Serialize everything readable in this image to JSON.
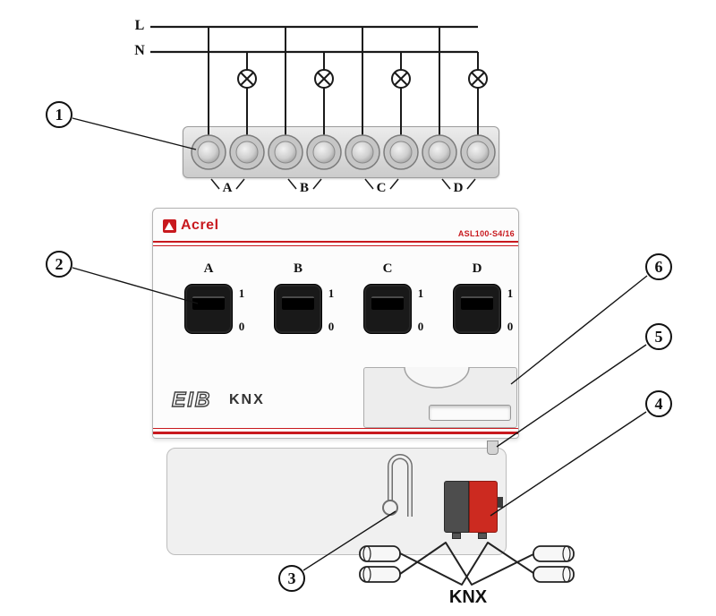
{
  "schematic": {
    "phase_label": "L",
    "neutral_label": "N"
  },
  "device": {
    "brand": "Acrel",
    "model": "ASL100-S4/16",
    "channels": [
      "A",
      "B",
      "C",
      "D"
    ],
    "switch_positions": {
      "on": "1",
      "off": "0"
    },
    "logos": {
      "eib": "EIB",
      "knx": "KNX"
    }
  },
  "callouts": {
    "terminal_block": "1",
    "channel_switch": "2",
    "programming_loop": "3",
    "bus_connector": "4",
    "fixing_tab": "5",
    "cover_panel": "6"
  },
  "bus_cable": {
    "label": "KNX"
  },
  "colors": {
    "accent_red": "#c8191e",
    "connector_red": "#cc2a20",
    "connector_gray": "#4d4d4d",
    "switch_black": "#191919"
  }
}
